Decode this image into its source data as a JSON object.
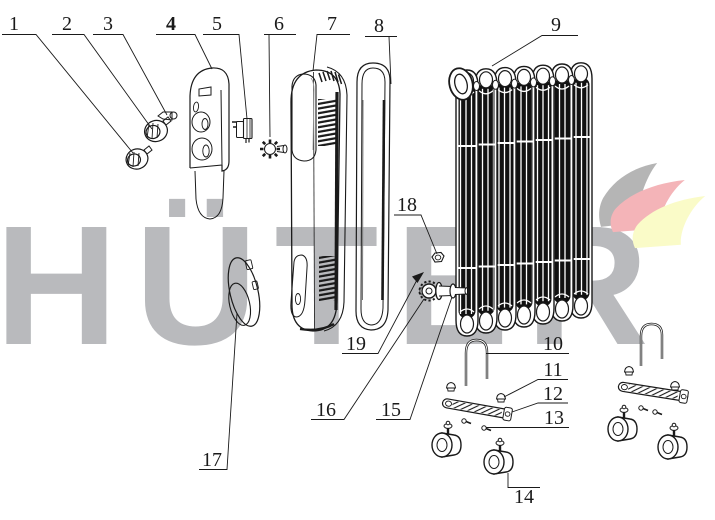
{
  "watermark": {
    "text": "HÜTER",
    "color": "#b9babd"
  },
  "logo": {
    "back_color": "#b5b5b5",
    "mid_color": "#f4b4b8",
    "front_color": "#fafbc8"
  },
  "line_color": "#1a1a1a",
  "callouts": {
    "c1": "1",
    "c2": "2",
    "c3": "3",
    "c4": "4",
    "c5": "5",
    "c6": "6",
    "c7": "7",
    "c8": "8",
    "c9": "9",
    "c10": "10",
    "c11": "11",
    "c12": "12",
    "c13": "13",
    "c14": "14",
    "c15": "15",
    "c16": "16",
    "c17": "17",
    "c18": "18",
    "c19": "19"
  }
}
